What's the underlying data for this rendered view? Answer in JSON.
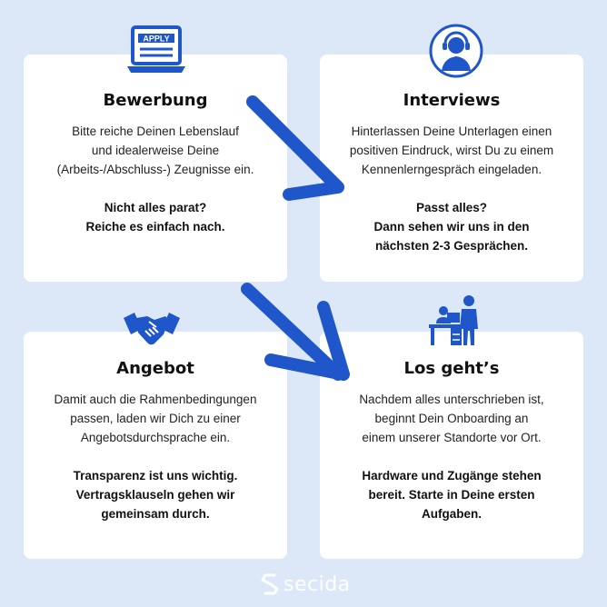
{
  "colors": {
    "background": "#dce8f8",
    "accent": "#1f56c9",
    "card": "#ffffff"
  },
  "icons": [
    "apply-laptop-icon",
    "headset-agent-icon",
    "handshake-icon",
    "office-workers-icon",
    "arrow-icon",
    "secida-logo-icon"
  ],
  "laptop_label": "APPLY",
  "cards": [
    {
      "title": "Bewerbung",
      "body": "Bitte reiche Deinen Lebenslauf\nund idealerweise Deine\n(Arbeits-/Abschluss-) Zeugnisse ein.",
      "bold": "Nicht alles parat?\nReiche es einfach nach."
    },
    {
      "title": "Interviews",
      "body": "Hinterlassen Deine Unterlagen einen\npositiven Eindruck, wirst Du zu einem\nKennenlerngespräch eingeladen.",
      "bold": "Passt alles?\nDann sehen wir uns in den\nnächsten 2-3 Gesprächen."
    },
    {
      "title": "Angebot",
      "body": "Damit auch die Rahmenbedingungen\npassen, laden wir Dich zu einer\nAngebotsdurchsprache ein.",
      "bold": "Transparenz ist uns wichtig.\nVertragsklauseln gehen wir\ngemeinsam durch."
    },
    {
      "title": "Los geht’s",
      "body": "Nachdem alles unterschrieben ist,\nbeginnt Dein Onboarding an\neinem unserer Standorte vor Ort.",
      "bold": "Hardware und Zugänge stehen\nbereit. Starte in Deine ersten\nAufgaben."
    }
  ],
  "logo": {
    "text": "secida"
  }
}
